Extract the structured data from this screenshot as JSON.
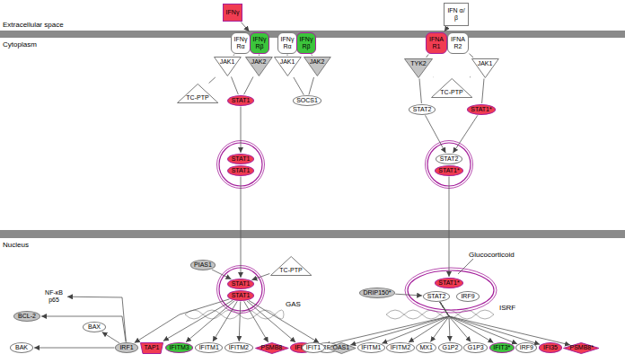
{
  "diagram": {
    "nodes": [
      {
        "text": [
          "IFNγ"
        ]
      },
      {
        "text": [
          "IFNγ Rα"
        ]
      },
      {
        "text": [
          "IFNγ Rβ"
        ]
      },
      {
        "text": [
          "IFNγ Rα"
        ]
      },
      {
        "text": [
          "IFNγ Rβ"
        ]
      },
      {
        "text": [
          "JAK1"
        ]
      },
      {
        "text": [
          "JAK2"
        ]
      },
      {
        "text": [
          "JAK1"
        ]
      },
      {
        "text": [
          "JAK2"
        ]
      },
      {
        "text": [
          "TC-PTP"
        ]
      },
      {
        "text": [
          "STAT1"
        ]
      },
      {
        "text": [
          "SOCS1"
        ]
      },
      {
        "text": [
          "STAT1"
        ]
      },
      {
        "text": [
          "STAT1"
        ]
      },
      {
        "text": [
          "PIAS1"
        ]
      },
      {
        "text": [
          "TC-PTP"
        ]
      },
      {
        "text": [
          "STAT1"
        ]
      },
      {
        "text": [
          "STAT1"
        ]
      },
      {
        "text": [
          "NF-κB p65"
        ]
      },
      {
        "text": [
          "BCL-2"
        ]
      },
      {
        "text": [
          "BAX"
        ]
      },
      {
        "text": [
          "BAK"
        ]
      },
      {
        "text": [
          "IRF1"
        ]
      },
      {
        "text": [
          "TAP1"
        ]
      },
      {
        "text": [
          "IFITM3"
        ]
      },
      {
        "text": [
          "IFITM1"
        ]
      },
      {
        "text": [
          "IFITM2"
        ]
      },
      {
        "text": [
          "PSMB8"
        ]
      },
      {
        "text": [
          "IFI35"
        ]
      },
      {
        "text": [
          "IRF9"
        ]
      },
      {
        "text": [
          "IFN α/β"
        ]
      },
      {
        "text": [
          "IFNA R1"
        ]
      },
      {
        "text": [
          "IFNA R2"
        ]
      },
      {
        "text": [
          "TYK2"
        ]
      },
      {
        "text": [
          "JAK1"
        ]
      },
      {
        "text": [
          "TC-PTP"
        ]
      },
      {
        "text": [
          "STAT2"
        ]
      },
      {
        "text": [
          "STAT1*"
        ]
      },
      {
        "text": [
          "STAT2"
        ]
      },
      {
        "text": [
          "STAT1*"
        ]
      },
      {
        "text": [
          "DRIP150*"
        ]
      },
      {
        "text": [
          "STAT1*"
        ]
      },
      {
        "text": [
          "STAT2"
        ]
      },
      {
        "text": [
          "IRF9"
        ]
      },
      {
        "text": [
          "IFIT1"
        ]
      },
      {
        "text": [
          "OAS1"
        ]
      },
      {
        "text": [
          "IFITM1"
        ]
      },
      {
        "text": [
          "IFITM2"
        ]
      },
      {
        "text": [
          "MX1"
        ]
      },
      {
        "text": [
          "G1P2"
        ]
      },
      {
        "text": [
          "G1P3"
        ]
      },
      {
        "text": [
          "IFIT3*"
        ]
      },
      {
        "text": [
          "IRF9"
        ]
      },
      {
        "text": [
          "IFI35"
        ]
      },
      {
        "text": [
          "PSMB8*"
        ]
      }
    ],
    "edges": [
      {
        "from": 0,
        "to": 2,
        "arrow": "to"
      },
      {
        "from": 1,
        "to": 5,
        "arrow": "none"
      },
      {
        "from": 2,
        "to": 6,
        "arrow": "none"
      },
      {
        "from": 3,
        "to": 7,
        "arrow": "none"
      },
      {
        "from": 4,
        "to": 8,
        "arrow": "none"
      },
      {
        "from": 9,
        "to": 5,
        "arrow": "none"
      },
      {
        "from": 5,
        "to": 10,
        "arrow": "none"
      },
      {
        "from": 6,
        "to": 10,
        "arrow": "none"
      },
      {
        "from": 11,
        "to": 7,
        "arrow": "none"
      },
      {
        "from": 11,
        "to": 8,
        "arrow": "none"
      },
      {
        "from": 10,
        "to": 12,
        "arrow": "to"
      },
      {
        "from": 13,
        "to": 16,
        "arrow": "to"
      },
      {
        "from": 14,
        "to": 16,
        "arrow": "to"
      },
      {
        "from": 15,
        "to": 16,
        "arrow": "to"
      },
      {
        "from": 17,
        "to": 22,
        "arrow": "to"
      },
      {
        "from": 17,
        "to": 23,
        "arrow": "to"
      },
      {
        "from": 17,
        "to": 24,
        "arrow": "to"
      },
      {
        "from": 17,
        "to": 25,
        "arrow": "to"
      },
      {
        "from": 17,
        "to": 26,
        "arrow": "to"
      },
      {
        "from": 17,
        "to": 27,
        "arrow": "to"
      },
      {
        "from": 17,
        "to": 28,
        "arrow": "to"
      },
      {
        "from": 17,
        "to": 29,
        "arrow": "to"
      },
      {
        "from": 22,
        "to": 21,
        "arrow": "to"
      },
      {
        "from": 22,
        "to": 20,
        "arrow": "to"
      },
      {
        "from": 22,
        "to": 19,
        "arrow": "to"
      },
      {
        "from": 22,
        "to": 18,
        "arrow": "to"
      },
      {
        "from": 30,
        "to": 31,
        "arrow": "to"
      },
      {
        "from": 31,
        "to": 33,
        "arrow": "none"
      },
      {
        "from": 32,
        "to": 34,
        "arrow": "none"
      },
      {
        "from": 33,
        "to": 35,
        "arrow": "none"
      },
      {
        "from": 34,
        "to": 35,
        "arrow": "none"
      },
      {
        "from": 33,
        "to": 36,
        "arrow": "none"
      },
      {
        "from": 34,
        "to": 37,
        "arrow": "none"
      },
      {
        "from": 36,
        "to": 38,
        "arrow": "to"
      },
      {
        "from": 37,
        "to": 38,
        "arrow": "to"
      },
      {
        "from": 39,
        "to": 41,
        "arrow": "to"
      },
      {
        "from": 40,
        "to": 42,
        "arrow": "to"
      },
      {
        "from": 42,
        "to": 44,
        "arrow": "to"
      },
      {
        "from": 42,
        "to": 45,
        "arrow": "to"
      },
      {
        "from": 42,
        "to": 46,
        "arrow": "to"
      },
      {
        "from": 42,
        "to": 47,
        "arrow": "to"
      },
      {
        "from": 42,
        "to": 48,
        "arrow": "to"
      },
      {
        "from": 42,
        "to": 49,
        "arrow": "to"
      },
      {
        "from": 42,
        "to": 50,
        "arrow": "to"
      },
      {
        "from": 42,
        "to": 51,
        "arrow": "to"
      },
      {
        "from": 42,
        "to": 52,
        "arrow": "to"
      },
      {
        "from": 42,
        "to": 53,
        "arrow": "to"
      },
      {
        "from": 42,
        "to": 54,
        "arrow": "to"
      }
    ],
    "labels": [
      "Extracellular space",
      "Cytoplasm",
      "Nucleus",
      "GAS",
      "Glucocorticoid",
      "ISRF"
    ]
  }
}
